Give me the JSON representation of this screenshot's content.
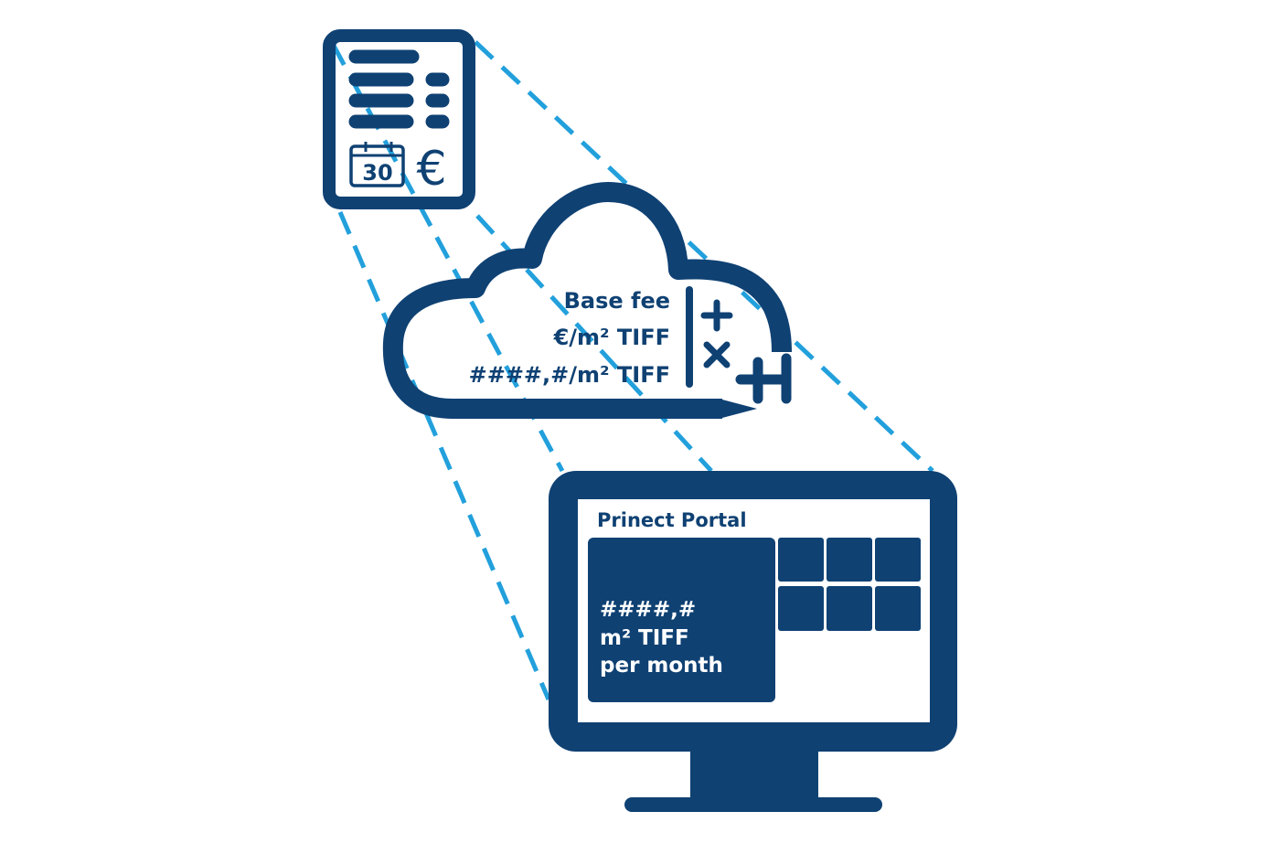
{
  "colors": {
    "primary": "#0f4173",
    "accent": "#22a0dc",
    "background": "#ffffff"
  },
  "document": {
    "calendar_day": "30",
    "currency_symbol": "€",
    "icons": [
      "document-icon",
      "calendar-icon",
      "euro-icon"
    ]
  },
  "cloud": {
    "lines": [
      "Base fee",
      "€/m² TIFF",
      "####,#/m² TIFF"
    ],
    "operators": [
      "+",
      "×"
    ]
  },
  "monitor": {
    "app_title": "Prinect Portal",
    "tile_lines": [
      "####,#",
      "m² TIFF",
      "per month"
    ]
  }
}
